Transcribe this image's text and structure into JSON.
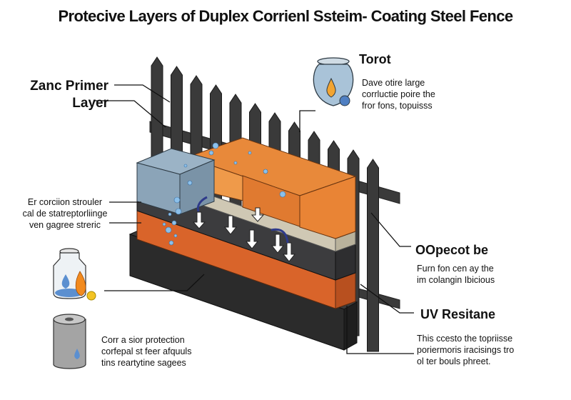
{
  "title": "Protecive Layers of Duplex Corrienl Ssteim- Coating Steel Fence",
  "labels": {
    "zanc_primer": {
      "line1": "Zanc Primer",
      "line2": "Layer"
    },
    "torot": {
      "heading": "Torot",
      "lines": [
        "Dave otire large",
        "corrluctie poire the",
        "fror fons, topuisss"
      ]
    },
    "er_corcion": {
      "lines": [
        "Er corciion strouler",
        "cal de statreptorliinge",
        "ven gagree streric"
      ]
    },
    "oopecot": {
      "heading": "OOpecot be",
      "lines": [
        "Furn fon cen ay the",
        "im colangin Ibicious"
      ]
    },
    "uv": {
      "heading": "UV Resitane",
      "lines": [
        "This ccesto the topriisse",
        "poriermoris iracisings tro",
        "ol ter bouls phreet."
      ]
    },
    "corr": {
      "lines": [
        "Corr a sior protection",
        "corfepal st feer afquuls",
        "tins reartytine sagees"
      ]
    }
  },
  "colors": {
    "fence": "#3a3a3a",
    "zinc_blue": "#8ba4b8",
    "orange_top": "#e8893a",
    "beige": "#cfc8b4",
    "dark_layer": "#3c3c3e",
    "orange_speckled": "#d9642a",
    "base": "#2a2a2a",
    "water": "#6fa4d8"
  }
}
